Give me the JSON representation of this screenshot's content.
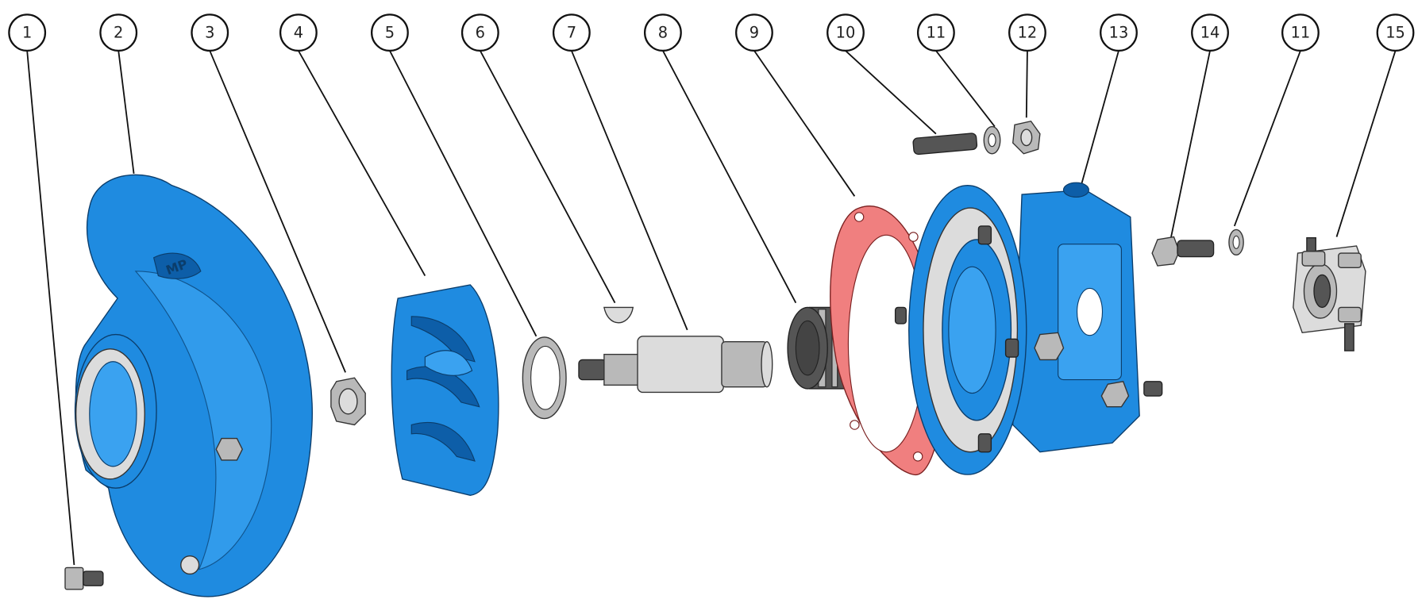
{
  "diagram": {
    "title": "Pump exploded view",
    "balloons": [
      {
        "label": "1",
        "part": "plug"
      },
      {
        "label": "2",
        "part": "volute-casing"
      },
      {
        "label": "3",
        "part": "impeller-nut"
      },
      {
        "label": "4",
        "part": "impeller"
      },
      {
        "label": "5",
        "part": "washer-ring"
      },
      {
        "label": "6",
        "part": "key"
      },
      {
        "label": "7",
        "part": "shaft"
      },
      {
        "label": "8",
        "part": "mechanical-seal"
      },
      {
        "label": "9",
        "part": "gasket"
      },
      {
        "label": "10",
        "part": "stud"
      },
      {
        "label": "11",
        "part": "lock-washer"
      },
      {
        "label": "12",
        "part": "hex-nut"
      },
      {
        "label": "13",
        "part": "bracket-housing"
      },
      {
        "label": "14",
        "part": "hex-bolt"
      },
      {
        "label": "11",
        "part": "lock-washer"
      },
      {
        "label": "15",
        "part": "shaft-coupling"
      }
    ],
    "casing_logo": "MP",
    "colors": {
      "part_blue": "#1f8be0",
      "gasket": "#f07f7f",
      "metal": "#b9b9b9",
      "line": "#111111"
    }
  }
}
